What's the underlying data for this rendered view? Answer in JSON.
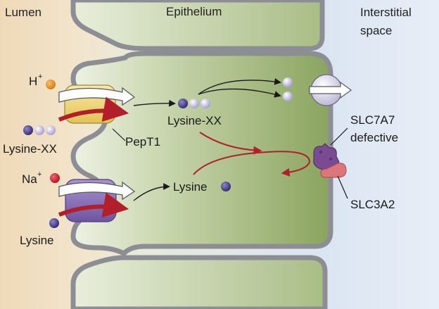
{
  "regions": {
    "lumen": "Lumen",
    "epithelium": "Epithelium",
    "interstitial_line1": "Interstitial",
    "interstitial_line2": "space"
  },
  "ions": {
    "hydrogen": "H",
    "hydrogen_charge": "+",
    "sodium": "Na",
    "sodium_charge": "+"
  },
  "labels": {
    "lysine_xx_lumen": "Lysine-XX",
    "lysine_xx_cell": "Lysine-XX",
    "pept1": "PepT1",
    "lysine_cell": "Lysine",
    "lysine_lumen": "Lysine",
    "slc7a7": "SLC7A7",
    "defective": "defective",
    "slc3a2": "SLC3A2"
  },
  "colors": {
    "lumen_bg": "#efd9b8",
    "cell_light": "#e9eedb",
    "cell_dark": "#8fa765",
    "interstitial_bg": "#dfe8f6",
    "membrane": "#8d8d94",
    "red_arrow": "#b31e2b",
    "hydrogen_ball": "#e38a1e",
    "sodium_ball": "#c8182c",
    "lysine_ball": "#4a3f8e",
    "pept1_transporter": "#f0d97a",
    "sodium_transporter": "#8a73b8",
    "slc7a7_protein": "#7a4a93",
    "slc3a2_protein": "#d9777b"
  },
  "icons": {
    "lysine": "dark-ball",
    "amino_acid_x": "light-ball",
    "basolateral_channel": "white-sphere-with-arrow"
  }
}
